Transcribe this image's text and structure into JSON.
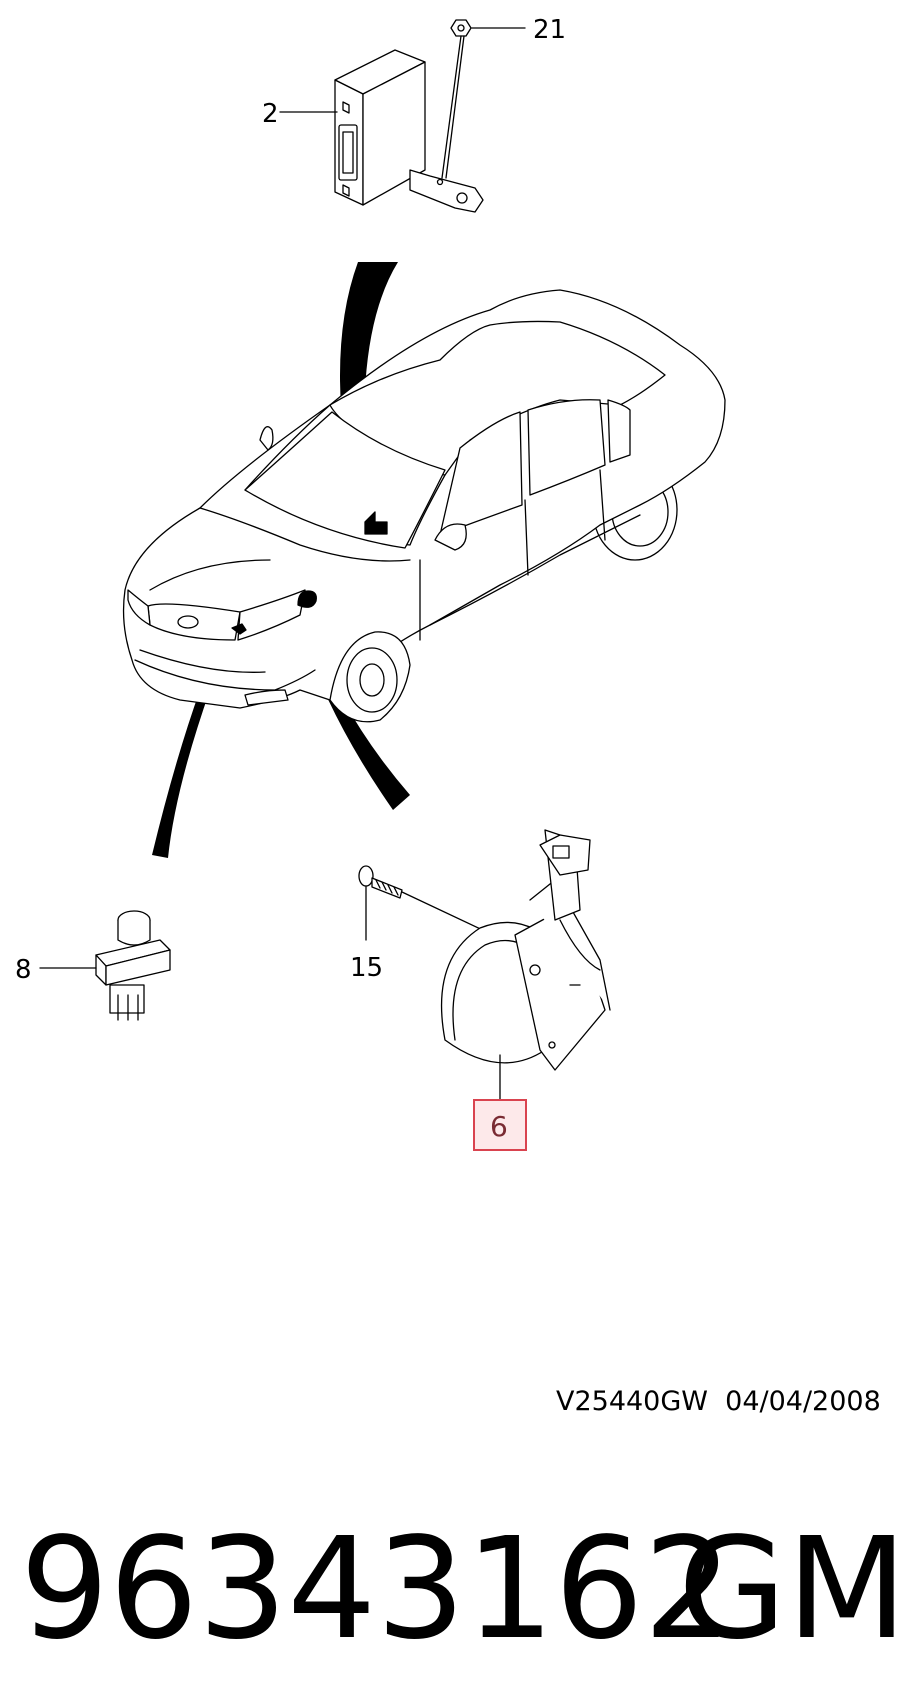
{
  "callouts": {
    "c21": "21",
    "c2": "2",
    "c8": "8",
    "c15": "15",
    "c6": "6"
  },
  "highlight_color": "#d9434f",
  "reference_code": "V25440GW  04/04/2008",
  "part_number": "96343162",
  "brand": "GM"
}
